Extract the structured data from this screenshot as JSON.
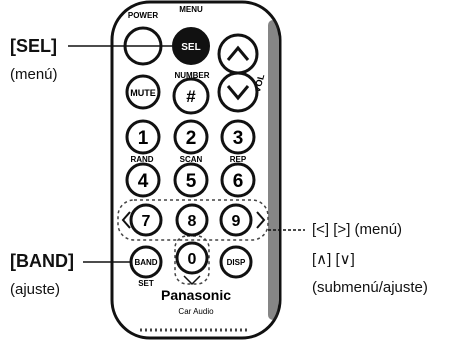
{
  "callouts": {
    "sel_label": "[SEL]",
    "sel_sub": "(menú)",
    "band_label": "[BAND]",
    "band_sub": "(ajuste)",
    "nav_line1": "[<] [>] (menú)",
    "nav_line2": "[∧] [∨]",
    "nav_line3": "(submenú/ajuste)"
  },
  "remote": {
    "top_labels": {
      "power": "POWER",
      "menu": "MENU",
      "number": "NUMBER",
      "vol": "VOL"
    },
    "buttons": {
      "sel": "SEL",
      "mute": "MUTE",
      "number": "#",
      "n1": "1",
      "n2": "2",
      "n3": "3",
      "n4": "4",
      "n5": "5",
      "n6": "6",
      "n7": "7",
      "n8": "8",
      "n9": "9",
      "n0": "0",
      "band": "BAND",
      "disp": "DISP"
    },
    "sub_labels": {
      "rand": "RAND",
      "scan": "SCAN",
      "rep": "REP",
      "set": "SET"
    },
    "brand": "Panasonic",
    "brand_sub": "Car Audio"
  },
  "colors": {
    "body": "#ffffff",
    "ink": "#111111",
    "shadow": "#555555"
  }
}
